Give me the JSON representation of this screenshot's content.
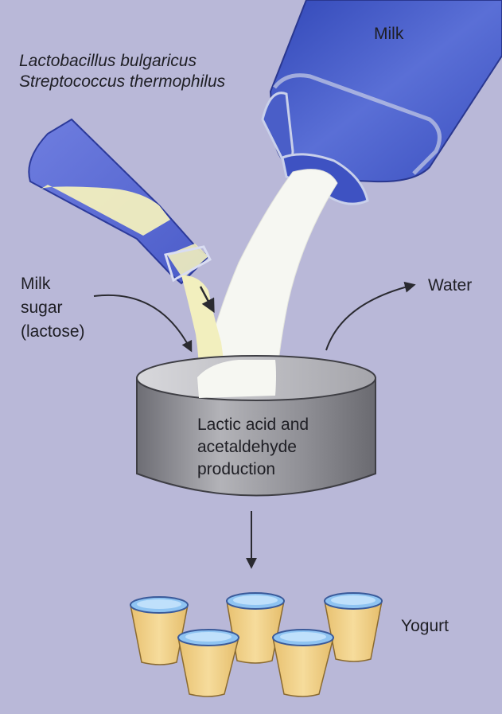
{
  "labels": {
    "bacteria_line1": "Lactobacillus bulgaricus",
    "bacteria_line2": "Streptococcus thermophilus",
    "milk": "Milk",
    "milk_sugar": "Milk\nsugar\n(lactose)",
    "water": "Water",
    "vat_text": "Lactic acid and\nacetaldehyde\nproduction",
    "yogurt": "Yogurt"
  },
  "colors": {
    "background": "#b9b8d8",
    "container_blue": "#4a5ec8",
    "milk_white": "#f6f7f2",
    "starter_yellow": "#f2efbe",
    "vat_gray": "#8f8f95",
    "yogurt_fill": "#f2d58e",
    "lid_blue": "#8fc4f2",
    "arrow": "#2a2a30"
  }
}
